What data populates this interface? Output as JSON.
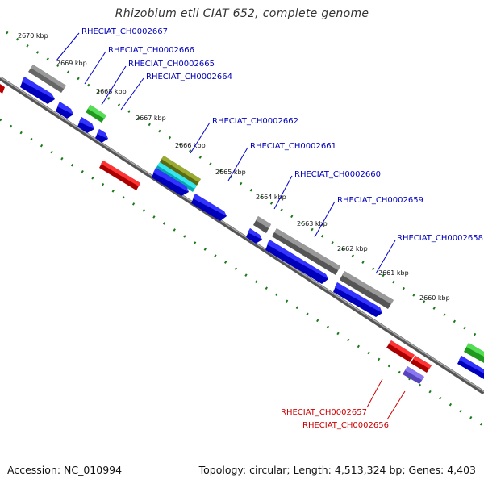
{
  "title": "Rhizobium etli CIAT 652, complete genome",
  "footer": {
    "accession": "Accession: NC_010994",
    "summary": "Topology: circular; Length: 4,513,324 bp; Genes: 4,403"
  },
  "colors": {
    "backbone": "#808080",
    "tick": "#1a7a1a",
    "forward_label": "#0000bb",
    "reverse_label": "#cc0000",
    "gene_blue": "#0000ee",
    "gene_red": "#ee0000",
    "gene_gray": "#777777",
    "gene_green": "#33bb33",
    "gene_olive": "#7a8a20",
    "gene_cyan": "#10c8d0",
    "gene_purple": "#7766dd"
  },
  "kbp_ticks": [
    "2670 kbp",
    "2669 kbp",
    "2668 kbp",
    "2667 kbp",
    "2666 kbp",
    "2665 kbp",
    "2664 kbp",
    "2663 kbp",
    "2662 kbp",
    "2661 kbp",
    "2660 kbp"
  ],
  "forward_labels": [
    "RHECIAT_CH0002667",
    "RHECIAT_CH0002666",
    "RHECIAT_CH0002665",
    "RHECIAT_CH0002664",
    "RHECIAT_CH0002662",
    "RHECIAT_CH0002661",
    "RHECIAT_CH0002660",
    "RHECIAT_CH0002659",
    "RHECIAT_CH0002658"
  ],
  "reverse_labels": [
    "RHECIAT_CH0002657",
    "RHECIAT_CH0002656"
  ]
}
